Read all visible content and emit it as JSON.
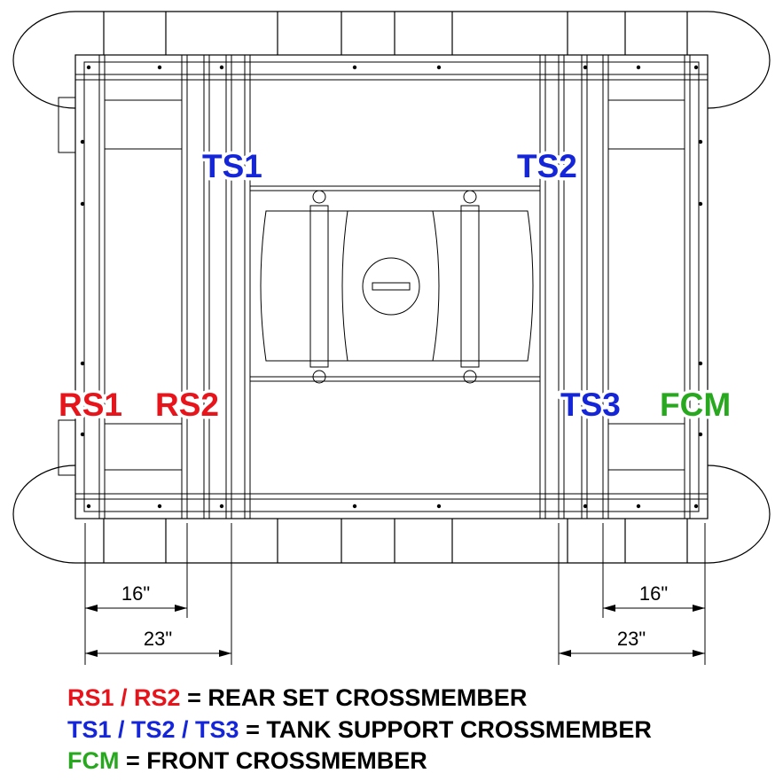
{
  "colors": {
    "rear": "#e8141b",
    "tank": "#1426d8",
    "front": "#27a81f",
    "line": "#000000"
  },
  "labels": {
    "ts1": "TS1",
    "ts2": "TS2",
    "ts3": "TS3",
    "rs1": "RS1",
    "rs2": "RS2",
    "fcm": "FCM"
  },
  "dimensions": {
    "rear_short": "16\"",
    "rear_long": "23\"",
    "front_short": "16\"",
    "front_long": "23\""
  },
  "legend": [
    {
      "codes": "RS1 / RS2",
      "text": " = REAR SET CROSSMEMBER",
      "color": "#e8141b"
    },
    {
      "codes": "TS1 / TS2 / TS3",
      "text": " = TANK SUPPORT CROSSMEMBER",
      "color": "#1426d8"
    },
    {
      "codes": "FCM",
      "text": " = FRONT CROSSMEMBER",
      "color": "#27a81f"
    }
  ]
}
